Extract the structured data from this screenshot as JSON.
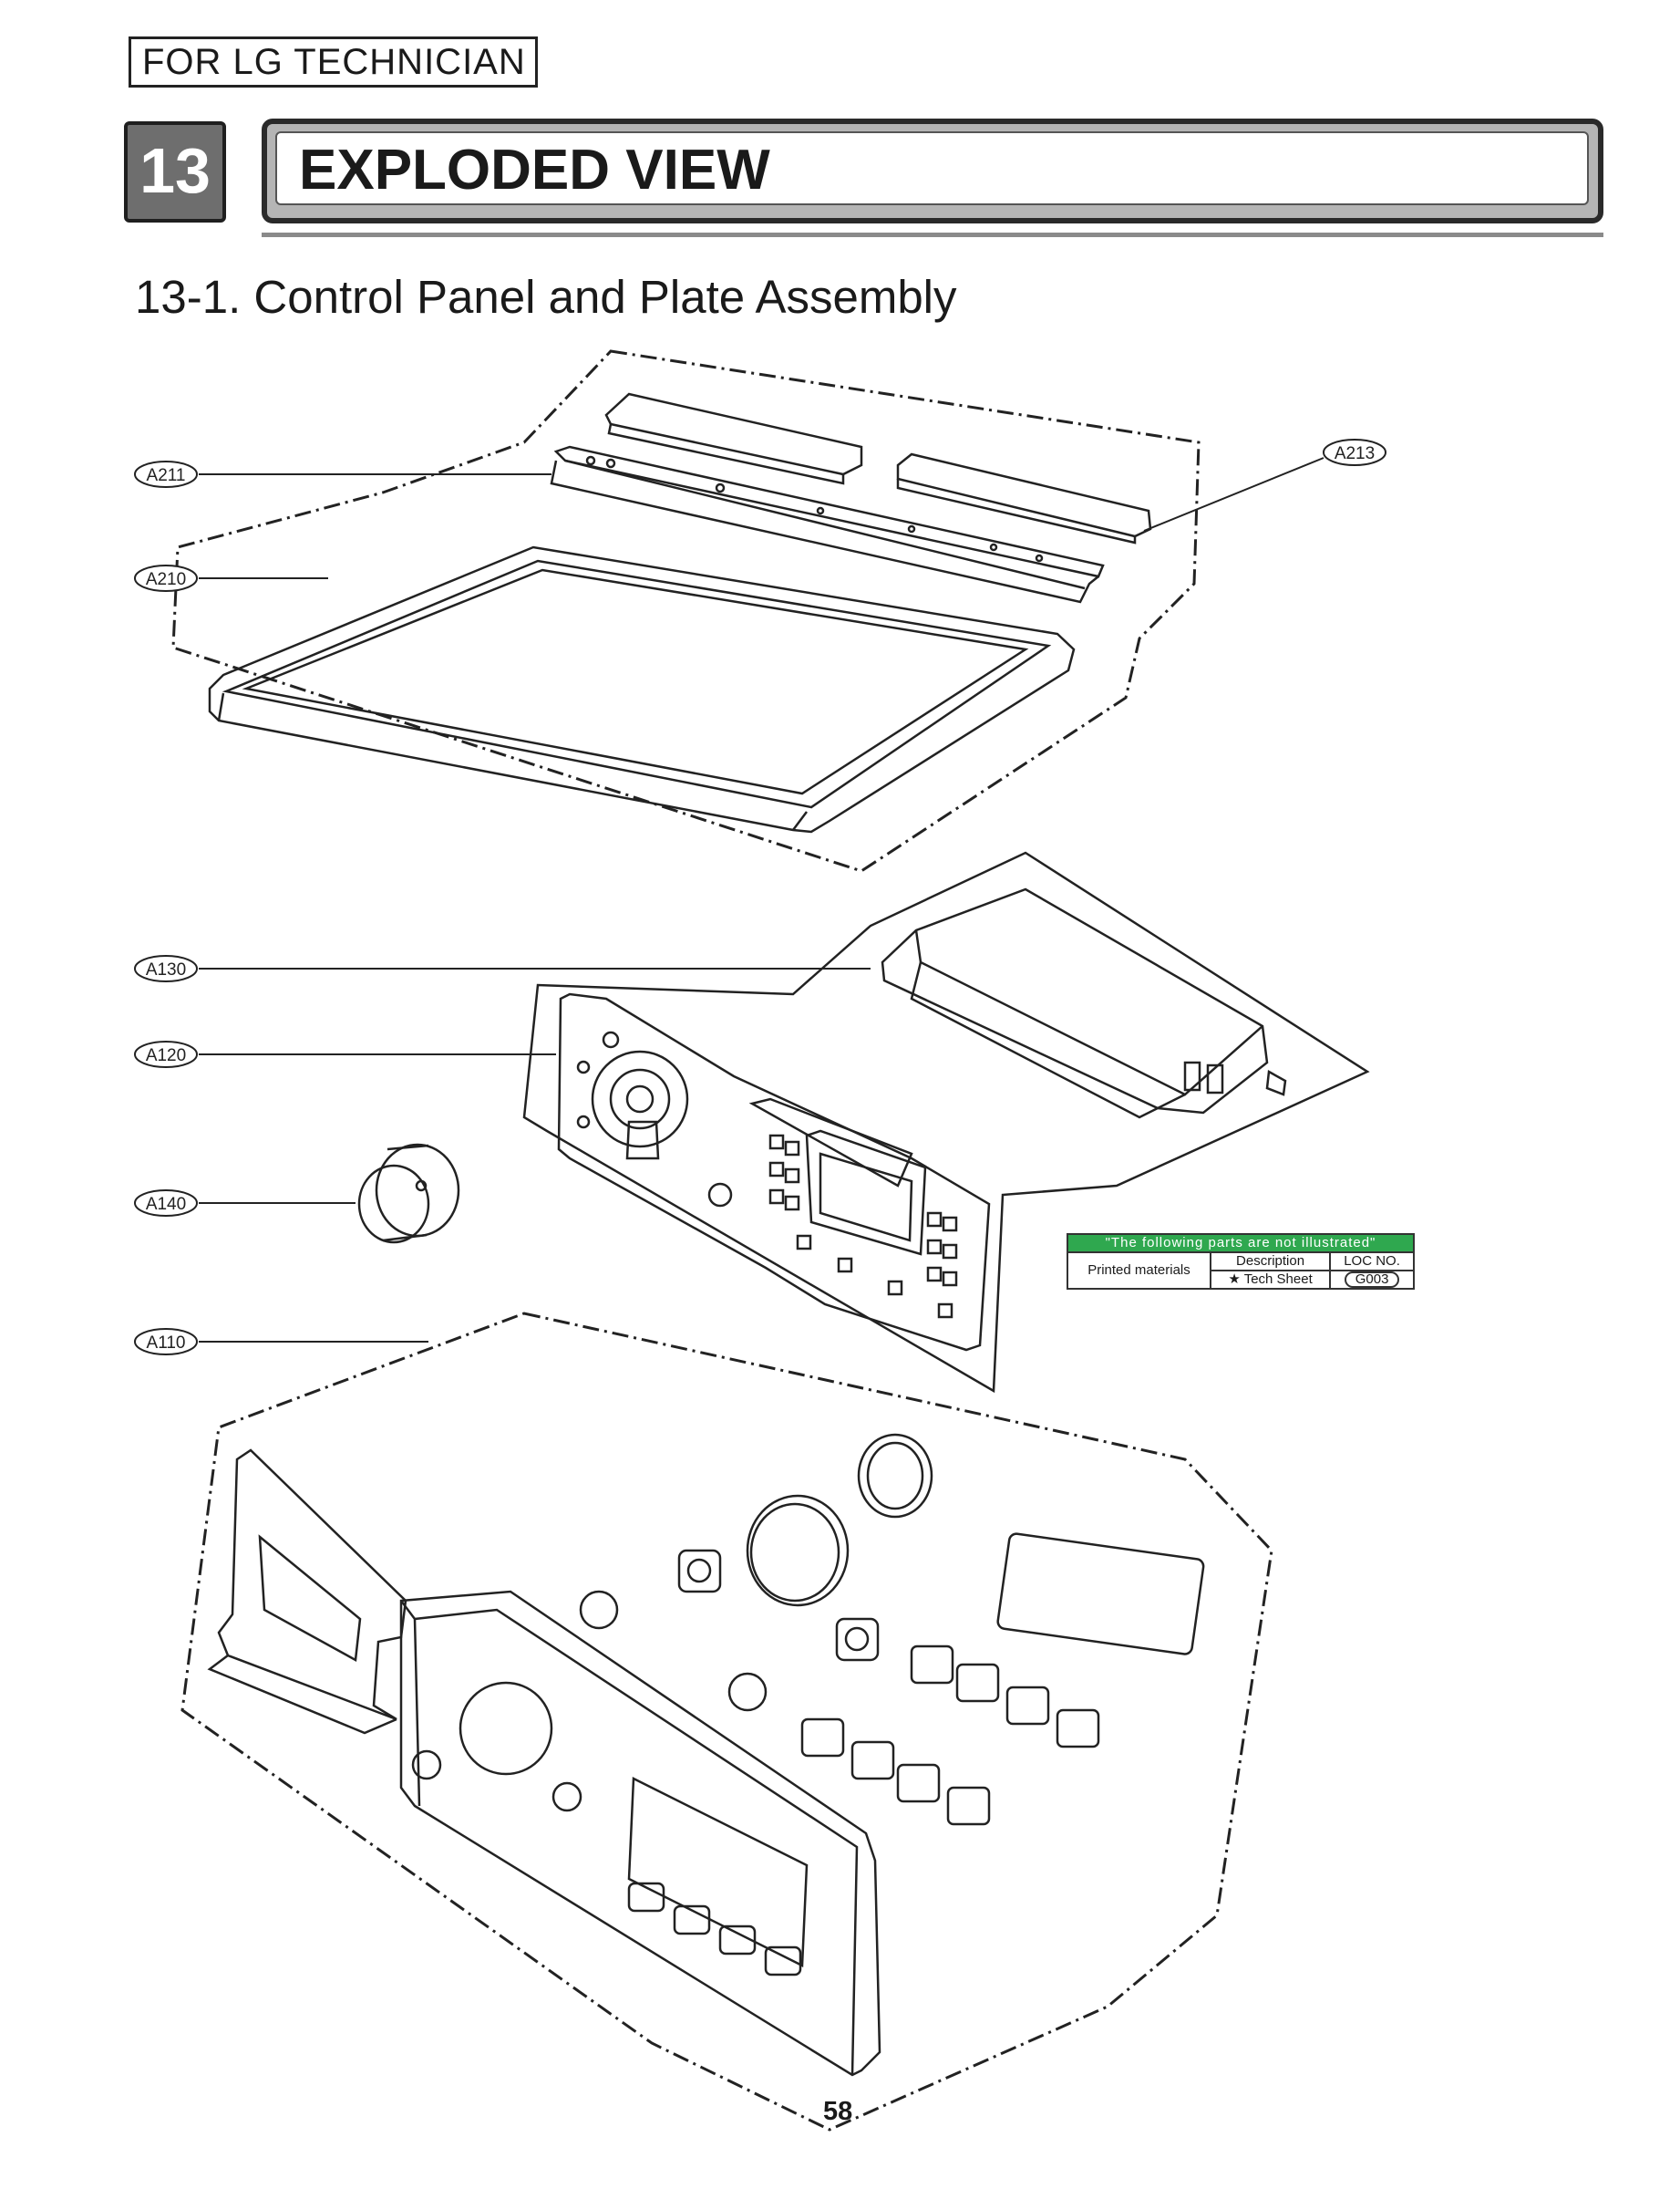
{
  "header": {
    "tech_label": "FOR LG TECHNICIAN",
    "chapter_number": "13",
    "chapter_title": "EXPLODED VIEW"
  },
  "section": {
    "title": "13-1. Control Panel and Plate Assembly"
  },
  "callouts": [
    "A211",
    "A210",
    "A213",
    "A130",
    "A120",
    "A140",
    "A110"
  ],
  "printed_materials": {
    "note": "\"The following parts are not illustrated\"",
    "row_label": "Printed materials",
    "description_header": "Description",
    "loc_header": "LOC NO.",
    "description": "★ Tech Sheet",
    "loc": "G003"
  },
  "page_number": "58",
  "colors": {
    "note_bar": "#2fa84f",
    "chapter_box": "#6e6e6e",
    "title_frame": "#b5b5b5"
  }
}
